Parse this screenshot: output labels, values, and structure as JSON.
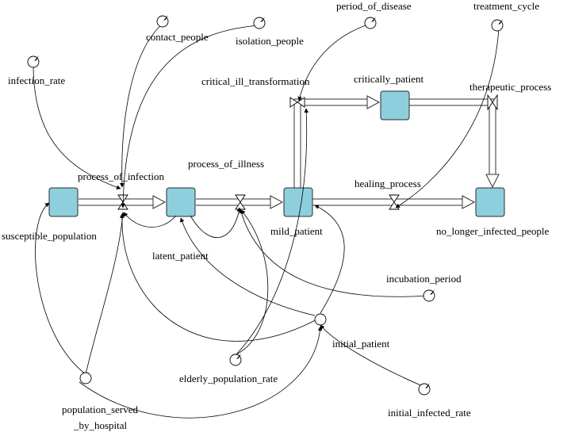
{
  "stocks": {
    "susceptible_population": "susceptible_population",
    "latent_patient": "latent_patient",
    "mild_patient": "mild_patient",
    "critically_patient": "critically_patient",
    "no_longer_infected_people": "no_longer_infected_people"
  },
  "flows": {
    "process_of_infection": "process_of_infection",
    "process_of_illness": "process_of_illness",
    "critical_ill_transformation": "critical_ill_transformation",
    "therapeutic_process": "therapeutic_process",
    "healing_process": "healing_process"
  },
  "auxiliaries": {
    "infection_rate": "infection_rate",
    "contact_people": "contact_people",
    "isolation_people": "isolation_people",
    "period_of_disease": "period_of_disease",
    "treatment_cycle": "treatment_cycle",
    "incubation_period": "incubation_period",
    "initial_patient": "initial_patient",
    "elderly_population_rate": "elderly_population_rate",
    "initial_infected_rate": "initial_infected_rate",
    "population_served_line1": "population_served",
    "population_served_line2": "_by_hospital"
  },
  "colors": {
    "stock_fill": "#8ecfdd",
    "line": "#000000"
  }
}
